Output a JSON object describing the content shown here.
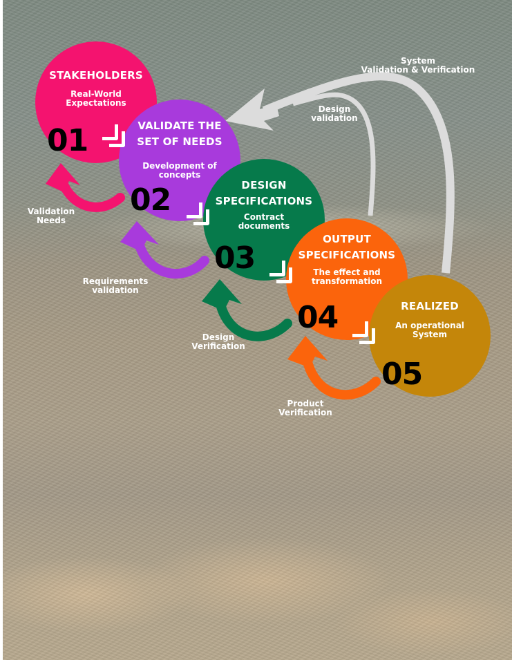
{
  "diagram": {
    "background": "sandy beach photo",
    "steps": [
      {
        "number": "01",
        "title_line1": "STAKEHOLDERS",
        "title_line2": "",
        "subtitle_line1": "Real-World",
        "subtitle_line2": "Expectations",
        "color": "#f4136f",
        "feedback_label_line1": "Validation",
        "feedback_label_line2": "Needs"
      },
      {
        "number": "02",
        "title_line1": "VALIDATE THE",
        "title_line2": "SET OF NEEDS",
        "subtitle_line1": "Development of",
        "subtitle_line2": "concepts",
        "color": "#a83adc",
        "feedback_label_line1": "Requirements",
        "feedback_label_line2": "validation"
      },
      {
        "number": "03",
        "title_line1": "DESIGN",
        "title_line2": "SPECIFICATIONS",
        "subtitle_line1": "Contract",
        "subtitle_line2": "documents",
        "color": "#067a4b",
        "feedback_label_line1": "Design",
        "feedback_label_line2": "Verification"
      },
      {
        "number": "04",
        "title_line1": "OUTPUT",
        "title_line2": "SPECIFICATIONS",
        "subtitle_line1": "The effect and",
        "subtitle_line2": "transformation",
        "color": "#fb640c",
        "feedback_label_line1": "Product",
        "feedback_label_line2": "Verification"
      },
      {
        "number": "05",
        "title_line1": "REALIZED",
        "title_line2": "",
        "subtitle_line1": "An operational",
        "subtitle_line2": "System",
        "color": "#c4860a"
      }
    ],
    "long_arrows": [
      {
        "label_line1": "System",
        "label_line2": "Validation & Verification",
        "color": "#dcdcdc"
      },
      {
        "label_line1": "Design",
        "label_line2": "validation",
        "color": "#dcdcdc"
      }
    ],
    "connector_icon": "double-chevron-corner"
  }
}
